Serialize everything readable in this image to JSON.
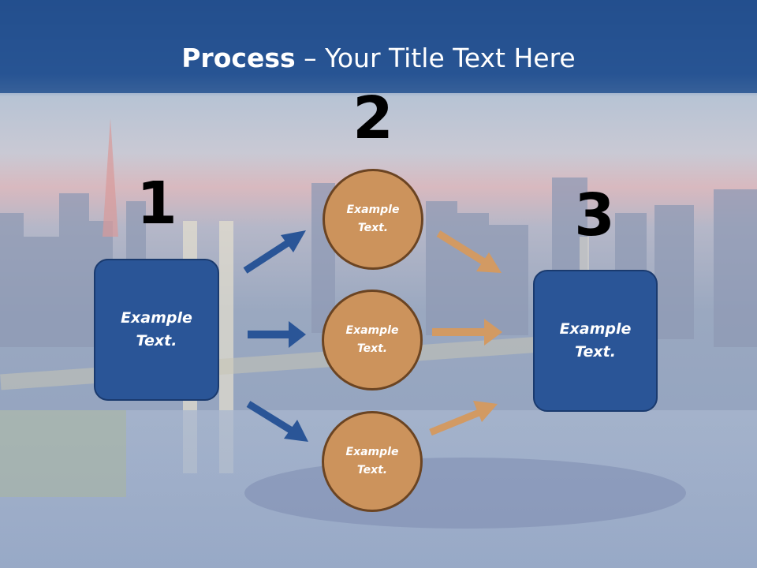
{
  "title": {
    "bold": "Process",
    "rest": " – Your Title Text Here"
  },
  "steps": [
    {
      "number": "1"
    },
    {
      "number": "2"
    },
    {
      "number": "3"
    }
  ],
  "left_box": {
    "line1": "Example",
    "line2": "Text."
  },
  "right_box": {
    "line1": "Example",
    "line2": "Text."
  },
  "circles": [
    {
      "line1": "Example",
      "line2": "Text."
    },
    {
      "line1": "Example",
      "line2": "Text."
    },
    {
      "line1": "Example",
      "line2": "Text."
    }
  ],
  "colors": {
    "header": "#2a5597",
    "box_fill": "#2a5597",
    "circle_fill": "#cc935c",
    "blue_arrow": "#2a5597",
    "orange_arrow": "#d29a63"
  }
}
